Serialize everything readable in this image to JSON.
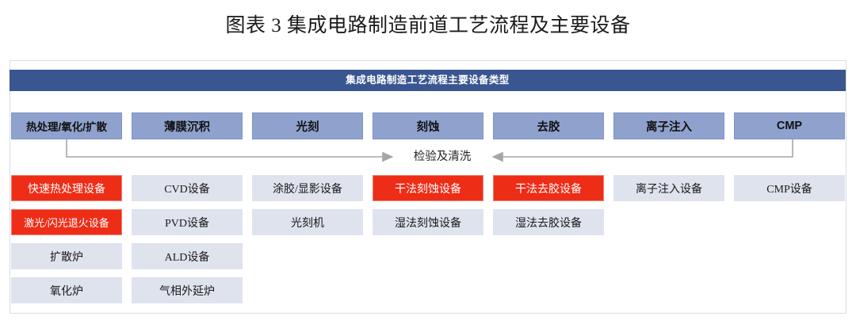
{
  "title": "图表 3  集成电路制造前道工艺流程及主要设备",
  "banner": {
    "label": "集成电路制造工艺流程主要设备类型"
  },
  "colors": {
    "banner_blue": "#3A5691",
    "step_blue": "#8FA2CE",
    "equipment_gray": "#DFE3EE",
    "highlight_red": "#EE2D17",
    "frame_border": "#D7DCE6",
    "arrow_gray": "#A6A6A6"
  },
  "flow": {
    "inspection_label": "检验及清洗",
    "left_arrow_name": "flow-arrow-left",
    "right_arrow_name": "flow-arrow-right"
  },
  "columns": [
    {
      "step": "热处理/氧化/扩散",
      "equipment": [
        {
          "label": "快速热处理设备",
          "highlight": true
        },
        {
          "label": "激光/闪光退火设备",
          "highlight": true
        },
        {
          "label": "扩散炉",
          "highlight": false
        },
        {
          "label": "氧化炉",
          "highlight": false
        }
      ]
    },
    {
      "step": "薄膜沉积",
      "equipment": [
        {
          "label": "CVD设备",
          "highlight": false
        },
        {
          "label": "PVD设备",
          "highlight": false
        },
        {
          "label": "ALD设备",
          "highlight": false
        },
        {
          "label": "气相外延炉",
          "highlight": false
        }
      ]
    },
    {
      "step": "光刻",
      "equipment": [
        {
          "label": "涂胶/显影设备",
          "highlight": false
        },
        {
          "label": "光刻机",
          "highlight": false
        }
      ]
    },
    {
      "step": "刻蚀",
      "equipment": [
        {
          "label": "干法刻蚀设备",
          "highlight": true
        },
        {
          "label": "湿法刻蚀设备",
          "highlight": false
        }
      ]
    },
    {
      "step": "去胶",
      "equipment": [
        {
          "label": "干法去胶设备",
          "highlight": true
        },
        {
          "label": "湿法去胶设备",
          "highlight": false
        }
      ]
    },
    {
      "step": "离子注入",
      "equipment": [
        {
          "label": "离子注入设备",
          "highlight": false
        }
      ]
    },
    {
      "step": "CMP",
      "equipment": [
        {
          "label": "CMP设备",
          "highlight": false
        }
      ]
    }
  ]
}
